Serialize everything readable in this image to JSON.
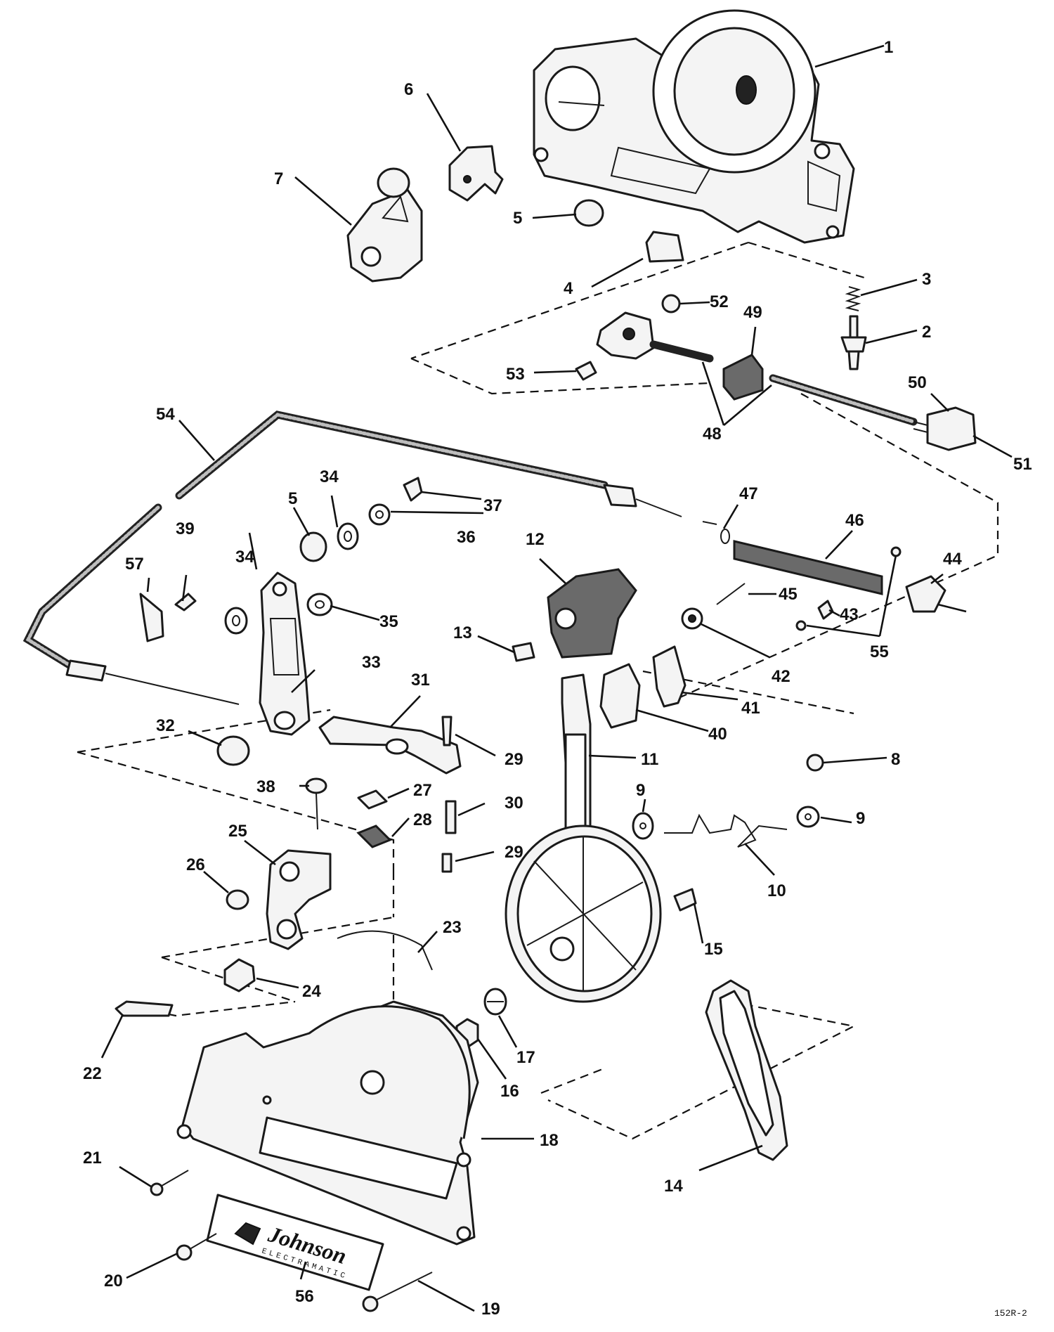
{
  "diagram": {
    "callouts": {
      "c1": "1",
      "c2": "2",
      "c3": "3",
      "c4": "4",
      "c5a": "5",
      "c5b": "5",
      "c6": "6",
      "c7": "7",
      "c8": "8",
      "c9a": "9",
      "c9b": "9",
      "c10": "10",
      "c11": "11",
      "c12": "12",
      "c13": "13",
      "c14": "14",
      "c15": "15",
      "c16": "16",
      "c17": "17",
      "c18": "18",
      "c19": "19",
      "c20": "20",
      "c21": "21",
      "c22": "22",
      "c23": "23",
      "c24": "24",
      "c25": "25",
      "c26": "26",
      "c27": "27",
      "c28": "28",
      "c29a": "29",
      "c29b": "29",
      "c30": "30",
      "c31": "31",
      "c32": "32",
      "c33": "33",
      "c34a": "34",
      "c34b": "34",
      "c35": "35",
      "c36": "36",
      "c37": "37",
      "c38": "38",
      "c39": "39",
      "c40": "40",
      "c41": "41",
      "c42": "42",
      "c43": "43",
      "c44": "44",
      "c45": "45",
      "c46": "46",
      "c47": "47",
      "c48": "48",
      "c49": "49",
      "c50": "50",
      "c51": "51",
      "c52": "52",
      "c53": "53",
      "c54": "54",
      "c55": "55",
      "c56": "56",
      "c57": "57"
    },
    "nameplate": {
      "brand": "Johnson",
      "model": "ELECTRAMATIC"
    },
    "reference_code": "152R-2"
  }
}
